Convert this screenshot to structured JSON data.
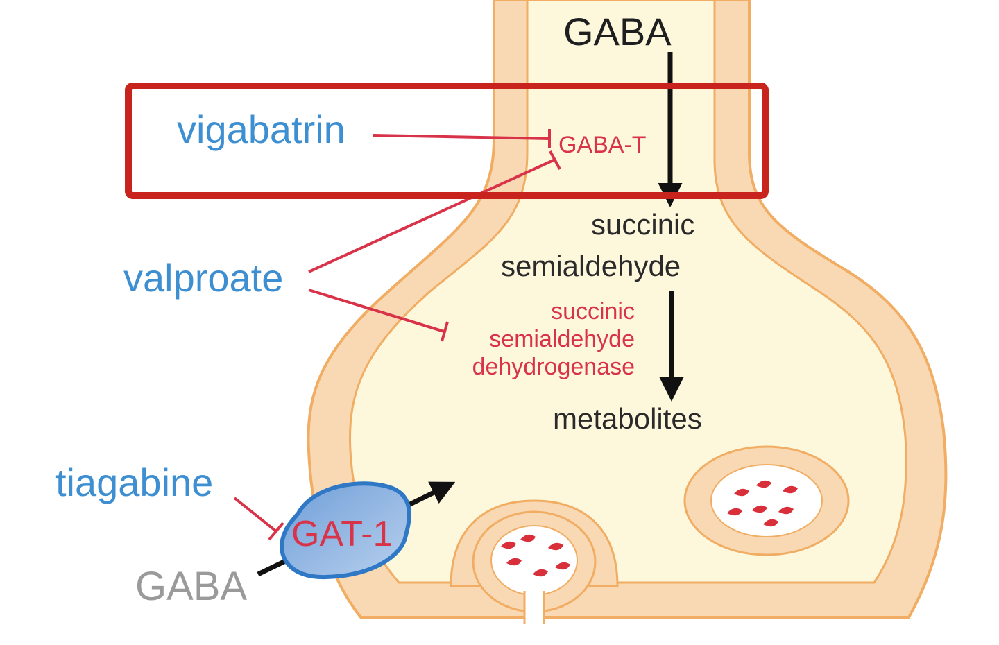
{
  "labels": {
    "gaba_top": "GABA",
    "vigabatrin": "vigabatrin",
    "gaba_t": "GABA-T",
    "succinic_semialdehyde_line1": "succinic",
    "succinic_semialdehyde_line2": "semialdehyde",
    "valproate": "valproate",
    "ssadh_line1": "succinic",
    "ssadh_line2": "semialdehyde",
    "ssadh_line3": "dehydrogenase",
    "metabolites": "metabolites",
    "tiagabine": "tiagabine",
    "gat1": "GAT-1",
    "gaba_bottom": "GABA"
  },
  "colors": {
    "drug_text": "#3d8fd1",
    "enzyme_text": "#d9334a",
    "inhibition_line": "#d9334a",
    "highlight_box": "#c8231d",
    "membrane_fill": "#f9d9b3",
    "membrane_edge": "#f0ad63",
    "cytoplasm": "#fdf7dc",
    "vesicle_dots": "#d92f3b",
    "transporter_fill": "#8fb3e0",
    "transporter_edge": "#2f78c6"
  }
}
